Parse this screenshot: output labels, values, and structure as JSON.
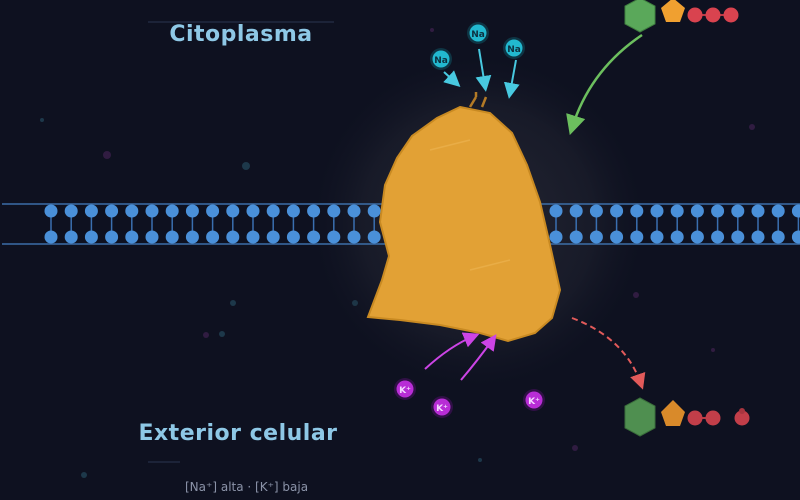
{
  "regions": {
    "cytoplasm": "Citoplasma",
    "exterior": "Exterior celular"
  },
  "concentration": {
    "na_text": "[Na⁺] alta",
    "separator": " · ",
    "k_text": "[K⁺] baja"
  },
  "ions": {
    "sodium": [
      "Na",
      "Na",
      "Na"
    ],
    "potassium": [
      "K⁺",
      "K⁺",
      "K⁺"
    ]
  },
  "colors": {
    "background": "#0e1120",
    "membrane": "#4a90d9",
    "pump": "#e2a135",
    "sodium": "#22b8cf",
    "potassium": "#c23ae0",
    "atp": "#5aa85a",
    "phosphate": "#d9434f"
  }
}
